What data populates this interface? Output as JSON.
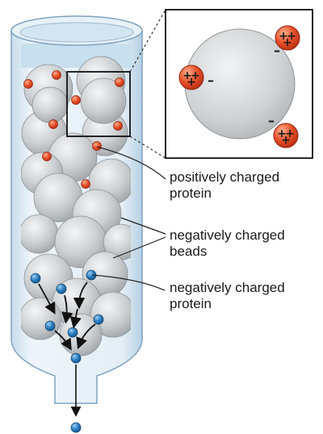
{
  "labels": {
    "positive_protein": [
      "positively charged",
      "protein"
    ],
    "beads": [
      "negatively charged",
      "beads"
    ],
    "negative_protein": [
      "negatively charged",
      "protein"
    ]
  },
  "inset_charges": {
    "plus": "+",
    "minus": "–"
  },
  "colors": {
    "column_glass": "#dbe9f2",
    "column_outline": "#7fa3bf",
    "buffer_liquid": "#c8dfee",
    "bead_fill": "#c9ccce",
    "positive_protein": "#e8502a",
    "negative_protein": "#2a7fc1",
    "arrow": "#111111"
  }
}
